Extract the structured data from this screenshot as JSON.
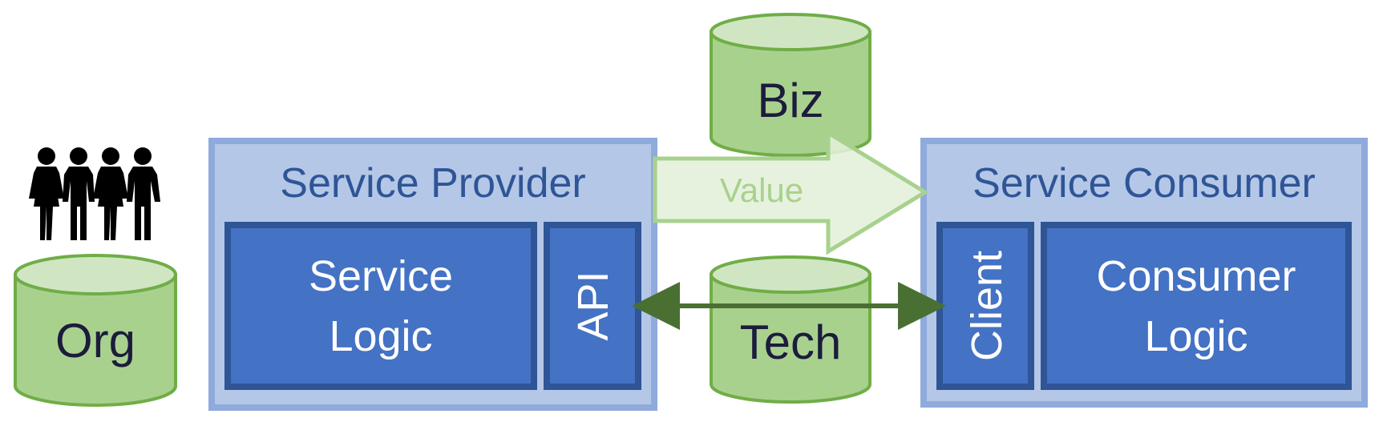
{
  "colors": {
    "box_outer_fill": "#B4C7E7",
    "box_outer_stroke": "#8FAADC",
    "inner_fill": "#4472C4",
    "inner_stroke": "#2F5597",
    "title_text": "#2F5597",
    "inner_text": "#FFFFFF",
    "cylinder_fill": "#A9D18E",
    "cylinder_top": "#D0E6C3",
    "cylinder_stroke": "#70AD47",
    "cylinder_text": "#1C1C3C",
    "value_arrow_fill": "#E2F0D9",
    "value_arrow_stroke": "#A9D18E",
    "value_text": "#A9D18E",
    "connector": "#4A6F33",
    "people": "#000000"
  },
  "people_icon": "people-group-icon",
  "cylinders": {
    "org": "Org",
    "biz": "Biz",
    "tech": "Tech"
  },
  "provider": {
    "title": "Service Provider",
    "logic_line1": "Service",
    "logic_line2": "Logic",
    "api": "API"
  },
  "consumer": {
    "title": "Service Consumer",
    "client": "Client",
    "logic_line1": "Consumer",
    "logic_line2": "Logic"
  },
  "value_arrow_label": "Value"
}
